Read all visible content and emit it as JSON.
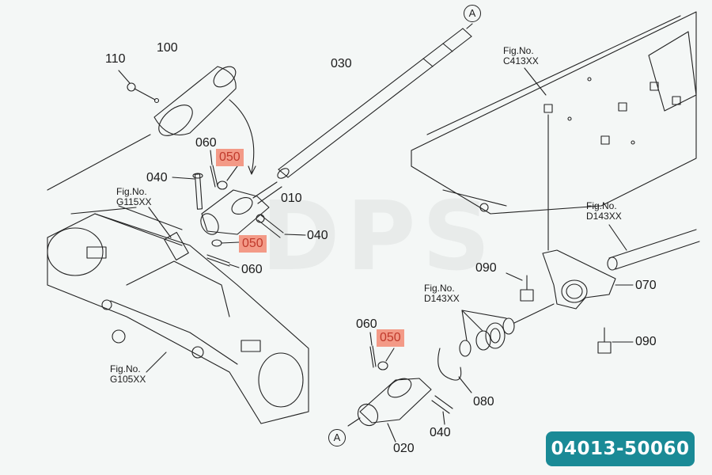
{
  "labels": {
    "p110": "110",
    "p100": "100",
    "p030": "030",
    "p060a": "060",
    "p050a": "050",
    "p040a": "040",
    "p010": "010",
    "p040b": "040",
    "p050b": "050",
    "p060b": "060",
    "p090a": "090",
    "p070": "070",
    "p090b": "090",
    "p060c": "060",
    "p050c": "050",
    "p080": "080",
    "p040c": "040",
    "p020": "020"
  },
  "figure_refs": {
    "c413": "Fig.No.\nC413XX",
    "g115": "Fig.No.\nG115XX",
    "d143a": "Fig.No.\nD143XX",
    "d143b": "Fig.No.\nD143XX",
    "g105": "Fig.No.\nG105XX"
  },
  "markers": {
    "top": "A",
    "bottom": "A"
  },
  "part_number": "04013-50060",
  "watermark": "DPS",
  "colors": {
    "highlight": "#f39a87",
    "badge": "#1a8a96",
    "line": "#222222"
  }
}
